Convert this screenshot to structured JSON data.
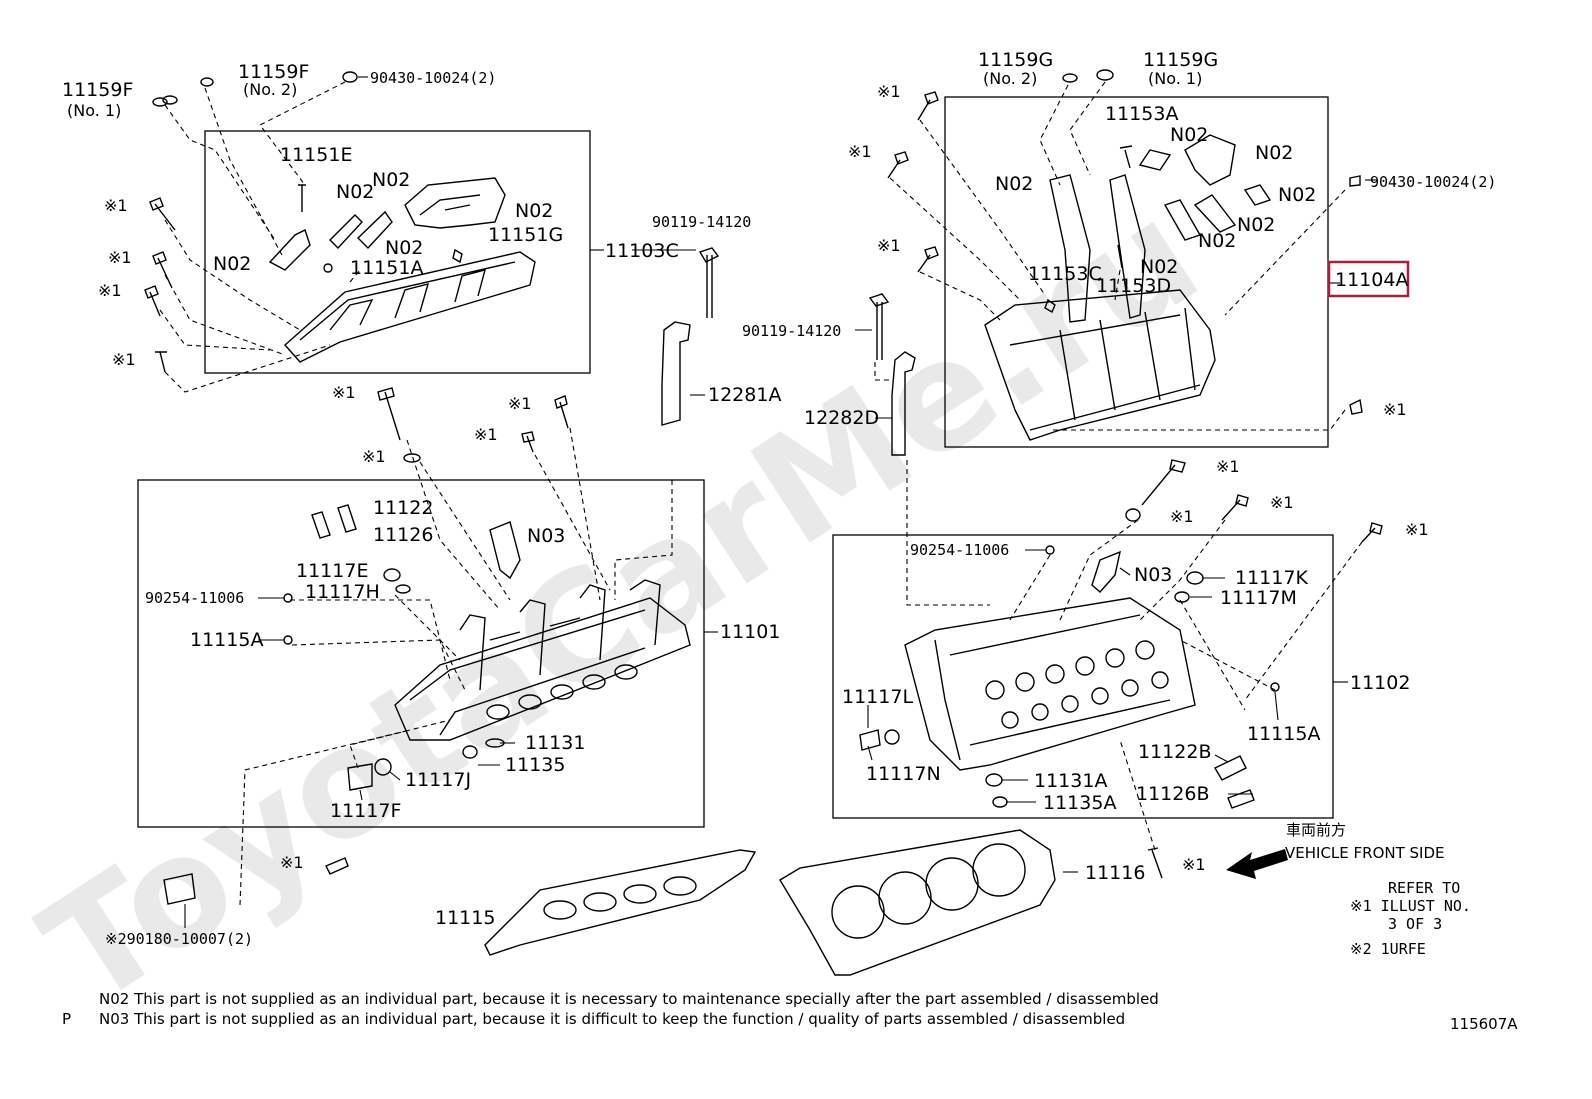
{
  "watermark": "ToyotaCarMe.ru",
  "labels": {
    "l_11159F": "11159F",
    "l_11159F_no": "(No. 1)",
    "l_11159F2": "11159F",
    "l_11159F2_no": "(No. 2)",
    "l_90430_a": "90430-10024(2)",
    "l_11151E": "11151E",
    "l_n02_a": "N02",
    "l_n02_b": "N02",
    "l_n02_c": "N02",
    "l_n02_d": "N02",
    "l_n02_e": "N02",
    "l_11151G": "11151G",
    "l_11151A": "11151A",
    "l_11103C": "11103C",
    "l_x1_a": "※1",
    "l_x1_b": "※1",
    "l_x1_c": "※1",
    "l_x1_d": "※1",
    "l_90119_a": "90119-14120",
    "l_12281A": "12281A",
    "l_x1_e": "※1",
    "l_x1_f": "※1",
    "l_x1_g": "※1",
    "l_x1_h": "※1",
    "l_11122": "11122",
    "l_11126": "11126",
    "l_n03_a": "N03",
    "l_11117E": "11117E",
    "l_11117H": "11117H",
    "l_90254_a": "90254-11006",
    "l_11115A_a": "11115A",
    "l_11101": "11101",
    "l_11131": "11131",
    "l_11135": "11135",
    "l_11117J": "11117J",
    "l_11117F": "11117F",
    "l_x1_i": "※1",
    "l_290180": "※290180-10007(2)",
    "l_11115": "11115",
    "l_11159G2": "11159G",
    "l_11159G2_no": "(No. 2)",
    "l_11159G1": "11159G",
    "l_11159G1_no": "(No. 1)",
    "l_x1_j": "※1",
    "l_x1_k": "※1",
    "l_x1_l": "※1",
    "l_11153A": "11153A",
    "l_n02_f": "N02",
    "l_n02_g": "N02",
    "l_n02_h": "N02",
    "l_n02_i": "N02",
    "l_n02_j": "N02",
    "l_n02_k": "N02",
    "l_n02_l": "N02",
    "l_90430_b": "90430-10024(2)",
    "l_11153C": "11153C",
    "l_11153D": "11153D",
    "l_11104A": "11104A",
    "l_90119_b": "90119-14120",
    "l_12282D": "12282D",
    "l_x1_m": "※1",
    "l_x1_n": "※1",
    "l_x1_o": "※1",
    "l_x1_p": "※1",
    "l_x1_q": "※1",
    "l_90254_b": "90254-11006",
    "l_n03_b": "N03",
    "l_11117K": "11117K",
    "l_11117M": "11117M",
    "l_11117L": "11117L",
    "l_11117N": "11117N",
    "l_11102": "11102",
    "l_11115A_b": "11115A",
    "l_11122B": "11122B",
    "l_11126B": "11126B",
    "l_11131A": "11131A",
    "l_11135A": "11135A",
    "l_11116": "11116",
    "l_x1_r": "※1"
  },
  "front_side": {
    "jp": "車両前方",
    "en": "VEHICLE FRONT SIDE"
  },
  "refer": {
    "line1": "REFER TO",
    "line2": "※1  ILLUST NO.",
    "line3": "3 OF 3",
    "line4": "※2 1URFE"
  },
  "notes": {
    "p": "P",
    "n02": "N02  This part is not supplied as an individual part, because it is necessary to maintenance specially after the part assembled / disassembled",
    "n03": "N03  This part is not supplied as an individual part, because it is difficult to keep the function / quality of parts  assembled / disassembled"
  },
  "illust_no": "115607A",
  "highlight_color": "#b01c3c"
}
